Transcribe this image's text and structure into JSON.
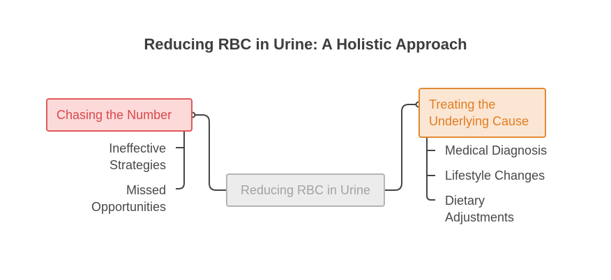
{
  "title": "Reducing RBC in Urine: A Holistic Approach",
  "center": "Reducing RBC in Urine",
  "left": {
    "label": "Chasing the Number",
    "items": [
      "Ineffective\nStrategies",
      "Missed\nOpportunities"
    ]
  },
  "right": {
    "label": "Treating the\nUnderlying Cause",
    "items": [
      "Medical Diagnosis",
      "Lifestyle Changes",
      "Dietary\nAdjustments"
    ]
  },
  "colors": {
    "left_accent": "#e0595b",
    "right_accent": "#e08a33",
    "center_border": "#b5b5b5",
    "connector": "#444444"
  }
}
